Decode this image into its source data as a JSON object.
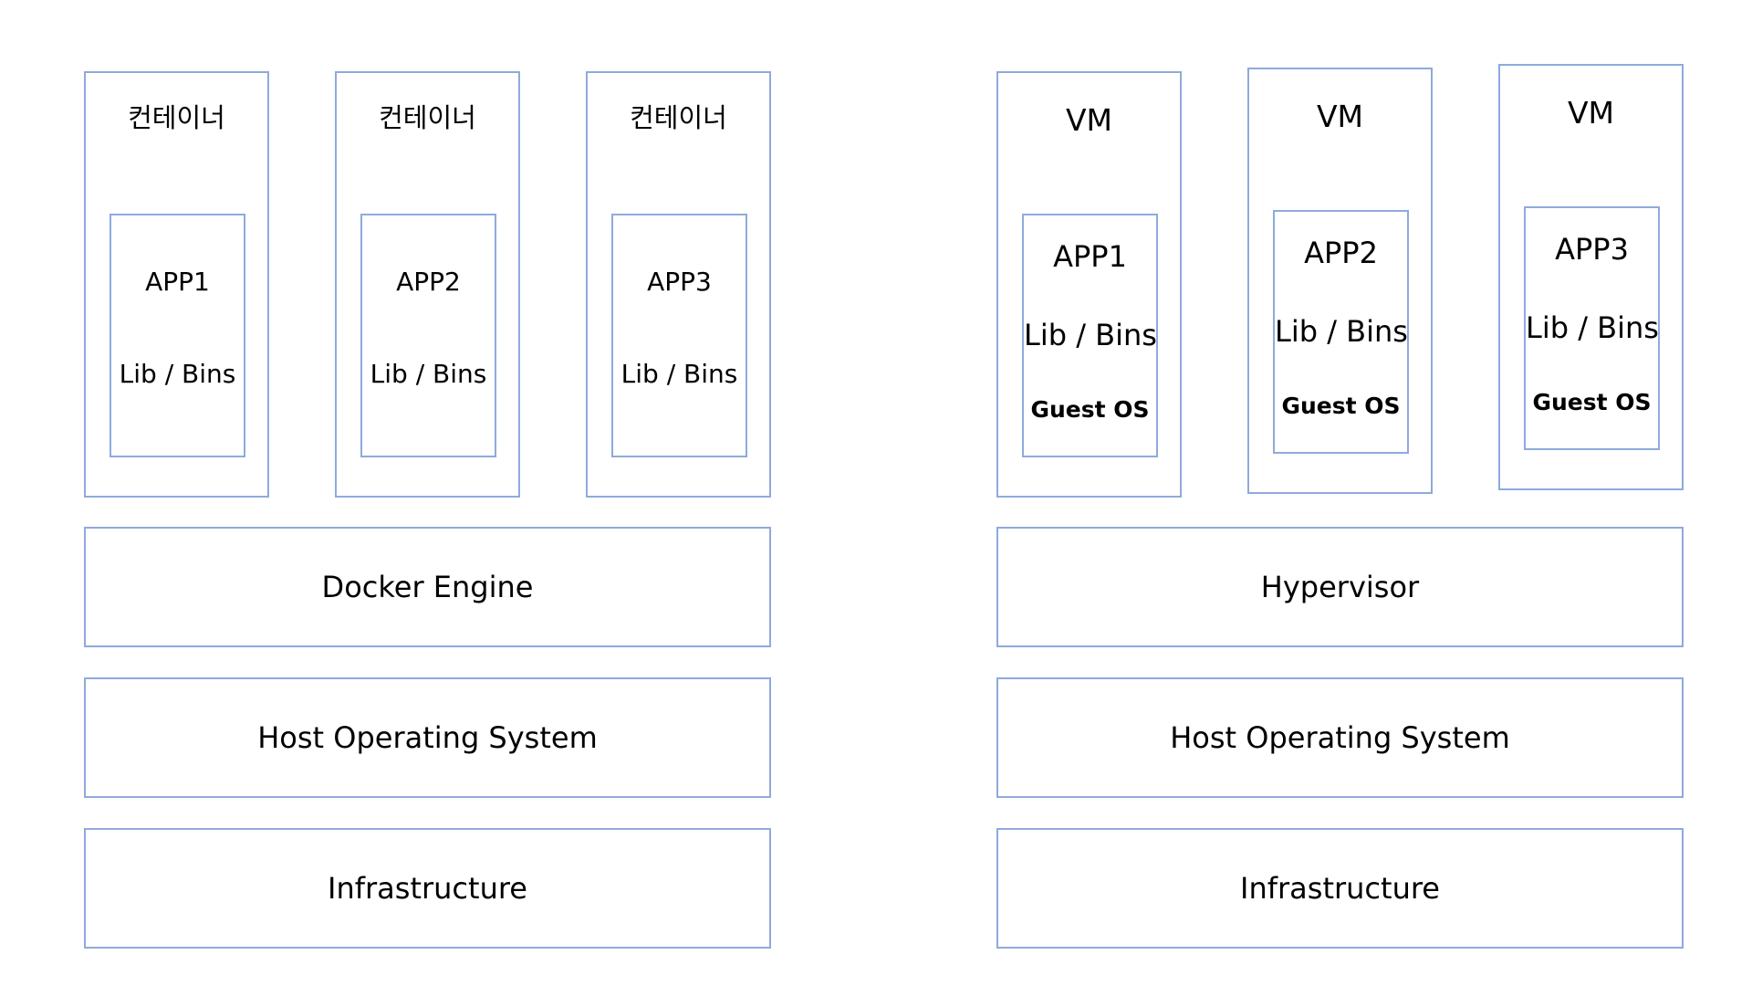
{
  "docker_stack": {
    "containers": [
      {
        "title": "컨테이너",
        "app": "APP1",
        "libs": "Lib / Bins"
      },
      {
        "title": "컨테이너",
        "app": "APP2",
        "libs": "Lib / Bins"
      },
      {
        "title": "컨테이너",
        "app": "APP3",
        "libs": "Lib / Bins"
      }
    ],
    "engine": "Docker Engine",
    "host_os": "Host Operating System",
    "infrastructure": "Infrastructure"
  },
  "vm_stack": {
    "vms": [
      {
        "title": "VM",
        "app": "APP1",
        "libs": "Lib / Bins",
        "guest_os": "Guest OS"
      },
      {
        "title": "VM",
        "app": "APP2",
        "libs": "Lib / Bins",
        "guest_os": "Guest OS"
      },
      {
        "title": "VM",
        "app": "APP3",
        "libs": "Lib / Bins",
        "guest_os": "Guest OS"
      }
    ],
    "hypervisor": "Hypervisor",
    "host_os": "Host Operating System",
    "infrastructure": "Infrastructure"
  }
}
